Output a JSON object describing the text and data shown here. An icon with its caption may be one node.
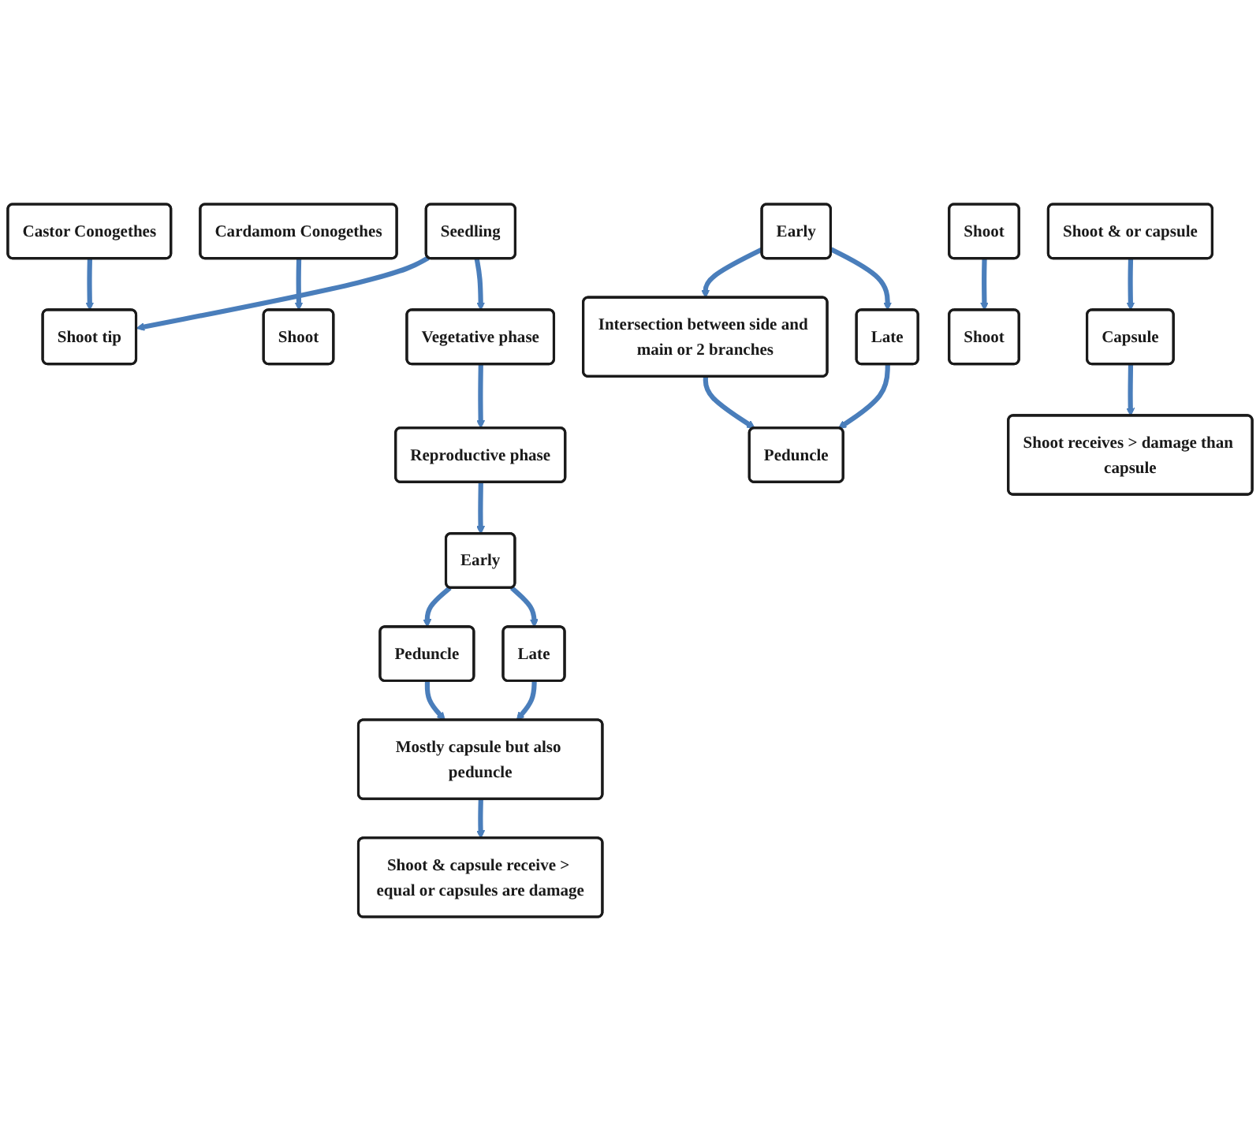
{
  "diagram": {
    "nodes": [
      {
        "text": [
          "Castor Conogethes"
        ]
      },
      {
        "text": [
          "Cardamom Conogethes"
        ]
      },
      {
        "text": [
          "Seedling"
        ]
      },
      {
        "text": [
          "Shoot tip"
        ]
      },
      {
        "text": [
          "Shoot"
        ]
      },
      {
        "text": [
          "Vegetative phase"
        ]
      },
      {
        "text": [
          "Early"
        ]
      },
      {
        "text": [
          "Intersection between side and main or 2 branches"
        ]
      },
      {
        "text": [
          "Shoot"
        ]
      },
      {
        "text": [
          "Late"
        ]
      },
      {
        "text": [
          "Peduncle"
        ]
      },
      {
        "text": [
          "Shoot"
        ]
      },
      {
        "text": [
          "Reproductive phase"
        ]
      },
      {
        "text": [
          "Early"
        ]
      },
      {
        "text": [
          "Peduncle"
        ]
      },
      {
        "text": [
          "Shoot & or capsule"
        ]
      },
      {
        "text": [
          "Late"
        ]
      },
      {
        "text": [
          "Mostly capsule but also peduncle"
        ]
      },
      {
        "text": [
          "Capsule"
        ]
      },
      {
        "text": [
          "Shoot & capsule receive > equal or capsules are damage"
        ]
      },
      {
        "text": [
          "Shoot receives > damage than capsule"
        ]
      }
    ],
    "edges": [
      {
        "from": 0,
        "to": 3,
        "arrow": "to"
      },
      {
        "from": 1,
        "to": 4,
        "arrow": "to"
      },
      {
        "from": 2,
        "to": 3,
        "arrow": "to"
      },
      {
        "from": 2,
        "to": 5,
        "arrow": "to"
      },
      {
        "from": 5,
        "to": 12,
        "arrow": "to"
      },
      {
        "from": 6,
        "to": 7,
        "arrow": "to"
      },
      {
        "from": 6,
        "to": 9,
        "arrow": "to"
      },
      {
        "from": 7,
        "to": 10,
        "arrow": "to"
      },
      {
        "from": 8,
        "to": 11,
        "arrow": "to"
      },
      {
        "from": 9,
        "to": 10,
        "arrow": "to"
      },
      {
        "from": 12,
        "to": 13,
        "arrow": "to"
      },
      {
        "from": 13,
        "to": 14,
        "arrow": "to"
      },
      {
        "from": 13,
        "to": 16,
        "arrow": "to"
      },
      {
        "from": 14,
        "to": 17,
        "arrow": "to"
      },
      {
        "from": 15,
        "to": 18,
        "arrow": "to"
      },
      {
        "from": 16,
        "to": 17,
        "arrow": "to"
      },
      {
        "from": 17,
        "to": 19,
        "arrow": "to"
      },
      {
        "from": 18,
        "to": 20,
        "arrow": "to"
      }
    ]
  }
}
